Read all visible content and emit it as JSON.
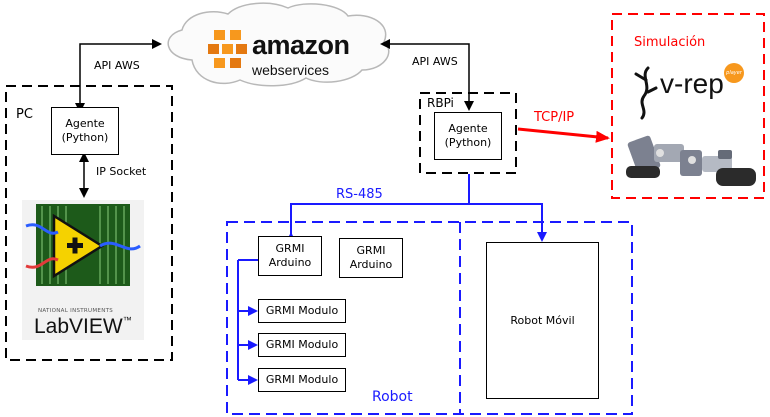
{
  "cloud": {
    "brand": "amazon",
    "sub": "webservices"
  },
  "links": {
    "api_left": "API AWS",
    "api_right": "API AWS",
    "ip_socket": "IP Socket",
    "rs485": "RS-485",
    "tcp_ip": "TCP/IP"
  },
  "pc": {
    "label": "PC",
    "agent_line1": "Agente",
    "agent_line2": "(Python)"
  },
  "labview": {
    "vendor": "NATIONAL INSTRUMENTS",
    "name": "LabVIEW",
    "tm": "™"
  },
  "rbpi": {
    "label": "RBPi",
    "agent_line1": "Agente",
    "agent_line2": "(Python)"
  },
  "sim": {
    "label": "Simulación",
    "vrep": "v-rep",
    "badge": "player"
  },
  "robot": {
    "label": "Robot",
    "arduino1": {
      "line1": "GRMI",
      "line2": "Arduino"
    },
    "arduino2": {
      "line1": "GRMI",
      "line2": "Arduino"
    },
    "modules": [
      "GRMI Modulo",
      "GRMI Modulo",
      "GRMI Modulo"
    ],
    "mobile": "Robot Móvil"
  },
  "colors": {
    "black": "#000000",
    "blue": "#1a1aff",
    "red": "#ff0000",
    "aws_orange": "#f7981d",
    "labview_green": "#3a7d32",
    "labview_yellow": "#f5d200"
  }
}
